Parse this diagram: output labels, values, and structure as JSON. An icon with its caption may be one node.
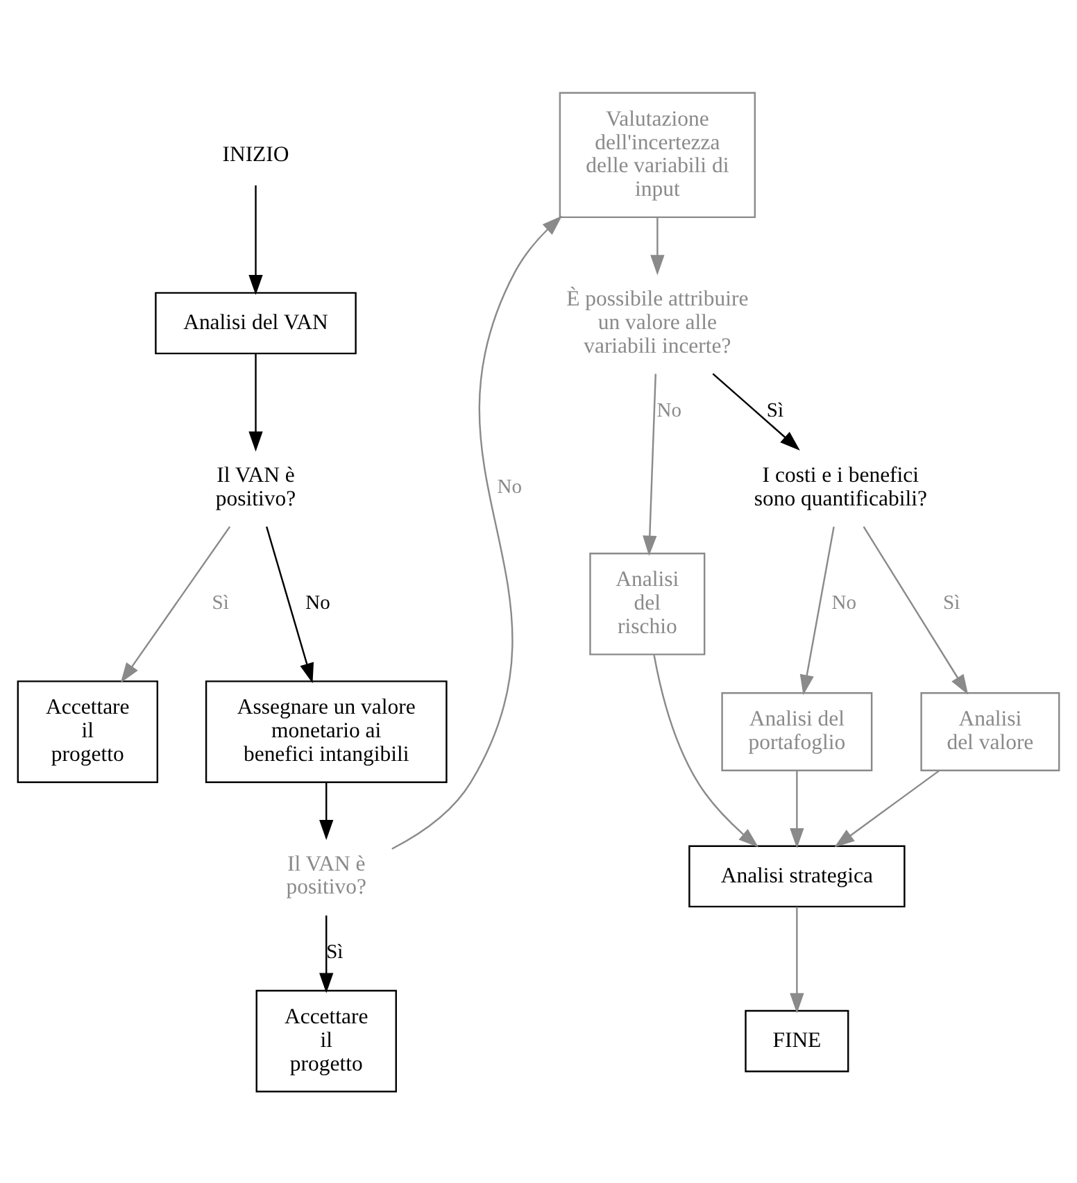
{
  "diagram": {
    "nodes": [
      {
        "text": [
          "INIZIO"
        ]
      },
      {
        "text": [
          "Analisi del VAN"
        ]
      },
      {
        "text": [
          "Il VAN è positivo?"
        ]
      },
      {
        "text": [
          "Accettare il progetto"
        ]
      },
      {
        "text": [
          "Assegnare un valore monetario ai benefici intangibili"
        ]
      },
      {
        "text": [
          "Il VAN è positivo?"
        ]
      },
      {
        "text": [
          "Accettare il progetto"
        ]
      },
      {
        "text": [
          "Valutazione dell'incertezza delle variabili di input"
        ]
      },
      {
        "text": [
          "È possibile attribuire un valore alle variabili incerte?"
        ]
      },
      {
        "text": [
          "Analisi del rischio"
        ]
      },
      {
        "text": [
          "I costi e i benefici sono quantificabili?"
        ]
      },
      {
        "text": [
          "Analisi del portafoglio"
        ]
      },
      {
        "text": [
          "Analisi del valore"
        ]
      },
      {
        "text": [
          "Analisi strategica"
        ]
      },
      {
        "text": [
          "FINE"
        ]
      }
    ],
    "edges": [
      {
        "from": 0,
        "to": 1,
        "arrow": "to",
        "color": "#000000"
      },
      {
        "from": 1,
        "to": 2,
        "arrow": "to",
        "color": "#000000"
      },
      {
        "from": 2,
        "to": 3,
        "label": "Sì",
        "arrow": "to"
      },
      {
        "from": 2,
        "to": 4,
        "label": "No",
        "arrow": "to",
        "color": "#000000"
      },
      {
        "from": 4,
        "to": 5,
        "arrow": "to",
        "color": "#000000"
      },
      {
        "from": 5,
        "to": 6,
        "label": "Sì",
        "arrow": "to",
        "color": "#000000"
      },
      {
        "from": 5,
        "to": 7,
        "label": "No",
        "arrow": "to"
      },
      {
        "from": 7,
        "to": 8,
        "arrow": "to"
      },
      {
        "from": 8,
        "to": 9,
        "label": "No",
        "arrow": "to"
      },
      {
        "from": 8,
        "to": 10,
        "label": "Sì",
        "arrow": "to",
        "color": "#000000"
      },
      {
        "from": 10,
        "to": 11,
        "label": "No",
        "arrow": "to"
      },
      {
        "from": 10,
        "to": 12,
        "label": "Sì",
        "arrow": "to"
      },
      {
        "from": 9,
        "to": 13,
        "arrow": "to"
      },
      {
        "from": 11,
        "to": 13,
        "arrow": "to"
      },
      {
        "from": 12,
        "to": 13,
        "arrow": "to"
      },
      {
        "from": 13,
        "to": 14,
        "arrow": "to"
      }
    ]
  }
}
